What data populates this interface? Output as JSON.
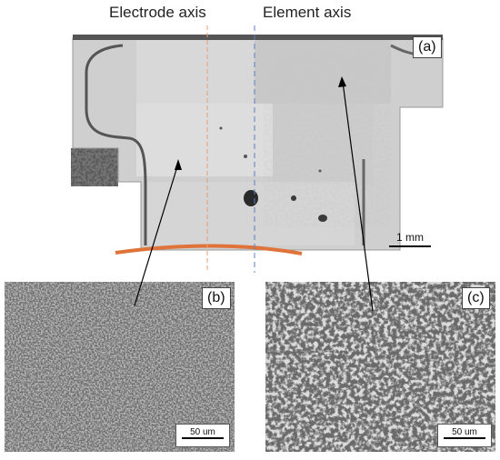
{
  "labels": {
    "electrode_axis": "Electrode axis",
    "element_axis": "Element axis"
  },
  "panels": {
    "a": "(a)",
    "b": "(b)",
    "c": "(c)"
  },
  "scale_bars": {
    "a": "1 mm",
    "b": "50 um",
    "c": "50 um"
  },
  "colors": {
    "electrode_axis_line": "#e0a070",
    "element_axis_line": "#5a7fc0",
    "weld_line": "#e0733a"
  }
}
